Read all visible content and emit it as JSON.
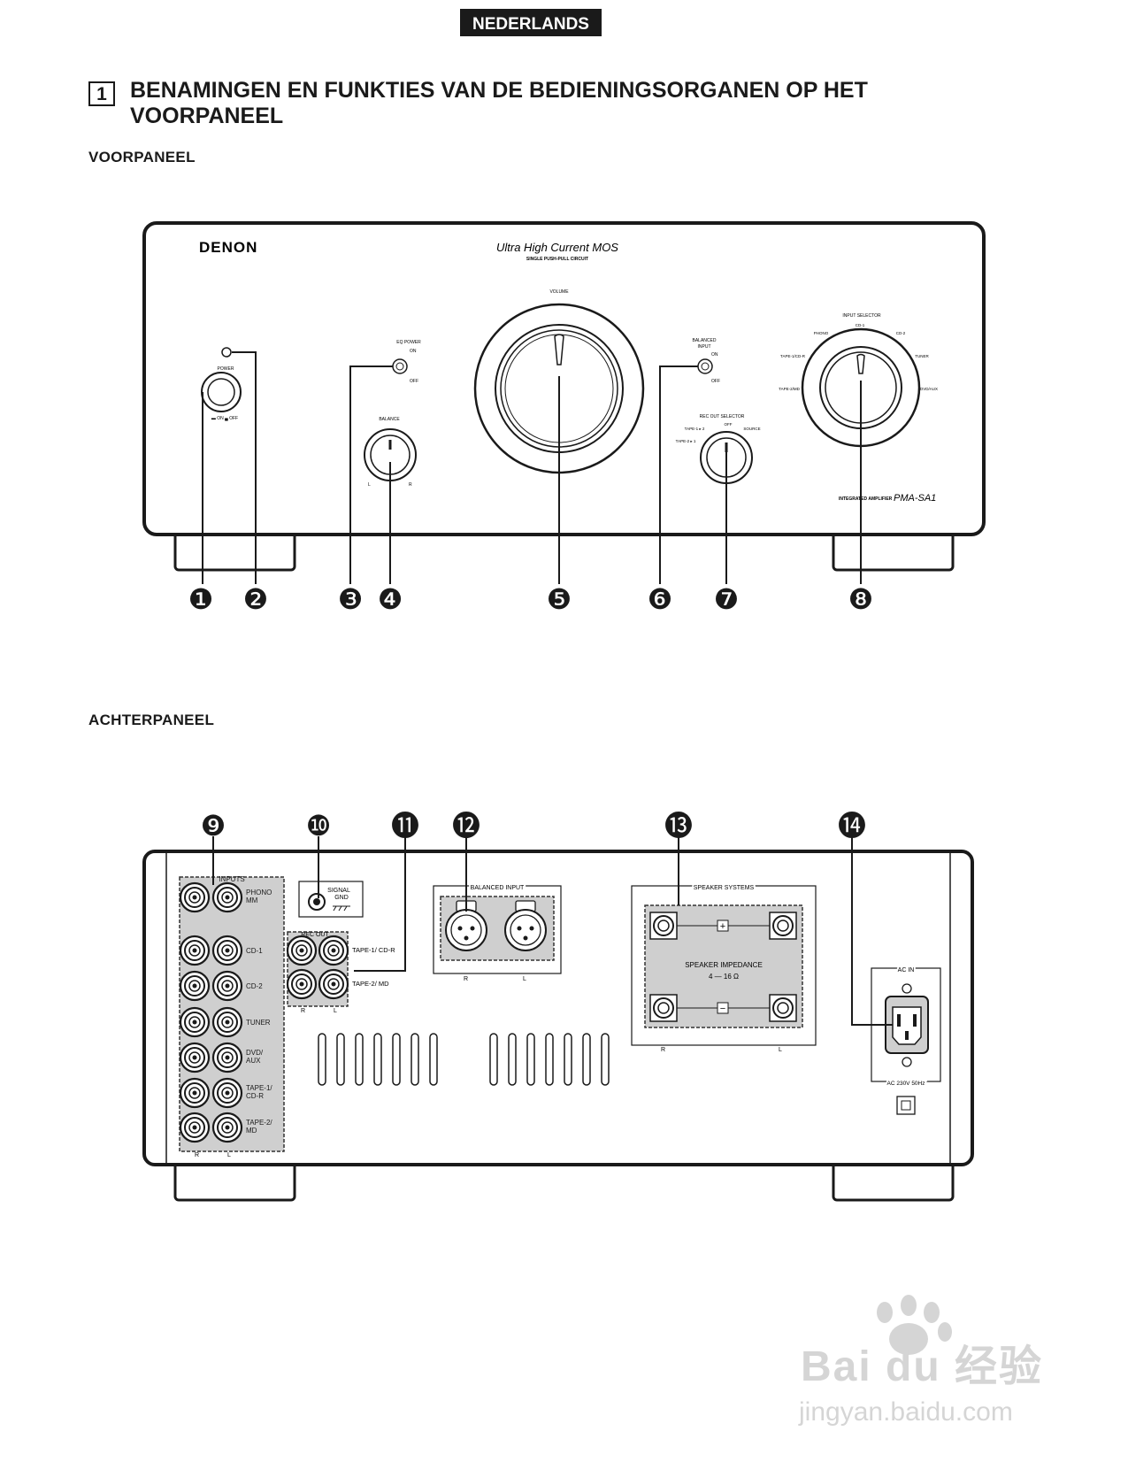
{
  "language_tab": "NEDERLANDS",
  "section": {
    "number": "1",
    "title_line1": "BENAMINGEN EN FUNKTIES VAN DE BEDIENINGSORGANEN OP HET",
    "title_line2": "VOORPANEEL"
  },
  "front": {
    "heading": "VOORPANEEL",
    "brand": "DENON",
    "tagline": "Ultra High Current MOS",
    "tagline_sub": "SINGLE PUSH-PULL CIRCUIT",
    "power_label": "POWER",
    "power_states": "▬ ON  ▄ OFF",
    "eq_power_label": "EQ POWER",
    "on": "ON",
    "off": "OFF",
    "balance_label": "BALANCE",
    "balance_l": "L",
    "balance_r": "R",
    "volume_label": "VOLUME",
    "balanced_input_label_1": "BALANCED",
    "balanced_input_label_2": "INPUT",
    "rec_out_label": "REC OUT SELECTOR",
    "rec_out_positions": [
      "TAPE-1 ▸ 2",
      "OFF",
      "TAPE-2 ▸ 1",
      "SOURCE"
    ],
    "input_selector_label": "INPUT SELECTOR",
    "input_positions": [
      "PHONO",
      "CD-1",
      "CD-2",
      "TAPE-1/CD-R",
      "TUNER",
      "TAPE-2/MD",
      "DVD/AUX"
    ],
    "model_text": "INTEGRATED AMPLIFIER",
    "model_name": "PMA-SA1",
    "callouts": [
      "❶",
      "❷",
      "❸",
      "❹",
      "❺",
      "❻",
      "❼",
      "❽"
    ]
  },
  "rear": {
    "heading": "ACHTERPANEEL",
    "inputs_label": "INPUTS",
    "input_rows": [
      "PHONO MM",
      "CD-1",
      "CD-2",
      "TUNER",
      "DVD/ AUX",
      "TAPE-1/ CD-R",
      "TAPE-2/ MD"
    ],
    "signal_gnd_1": "SIGNAL",
    "signal_gnd_2": "GND",
    "rec_out_label": "REC OUT",
    "rec_out_rows": [
      "TAPE-1/ CD-R",
      "TAPE-2/ MD"
    ],
    "channel_r": "R",
    "channel_l": "L",
    "balanced_input_label": "BALANCED INPUT",
    "speaker_systems_label": "SPEAKER SYSTEMS",
    "speaker_impedance_1": "SPEAKER IMPEDANCE",
    "speaker_impedance_2": "4 — 16 Ω",
    "ac_in_label": "AC IN",
    "ac_rating": "AC 230V 50Hz",
    "callouts": [
      "❾",
      "❿",
      "⓫",
      "⓬",
      "⓭",
      "⓮"
    ]
  },
  "watermark_line1": "Bai du 经验",
  "watermark_line2": "jingyan.baidu.com"
}
